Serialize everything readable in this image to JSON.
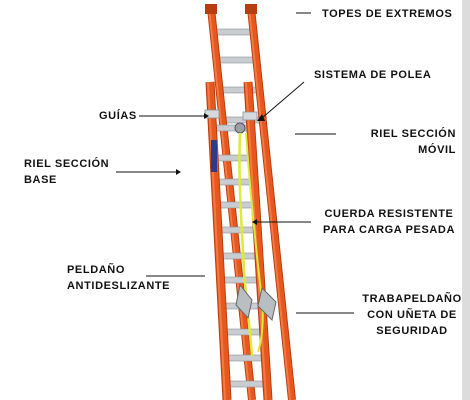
{
  "colors": {
    "rail": "#e8571e",
    "rail_dark": "#b83d10",
    "rail_light": "#f27a43",
    "rung": "#c9cdd1",
    "rung_dark": "#8c9196",
    "rope": "#dcea3a",
    "line": "#111111"
  },
  "labels": {
    "topes": "TOPES DE EXTREMOS",
    "polea": "SISTEMA DE POLEA",
    "guias": "GUÍAS",
    "riel_movil": "RIEL SECCIÓN\nMÓVIL",
    "riel_base": "RIEL SECCIÓN\nBASE",
    "cuerda": "CUERDA RESISTENTE\nPARA CARGA PESADA",
    "peldano": "PELDAÑO\nANTIDESLIZANTE",
    "trabapeldano": "TRABAPELDAÑO\nCON UÑETA DE\nSEGURIDAD"
  }
}
